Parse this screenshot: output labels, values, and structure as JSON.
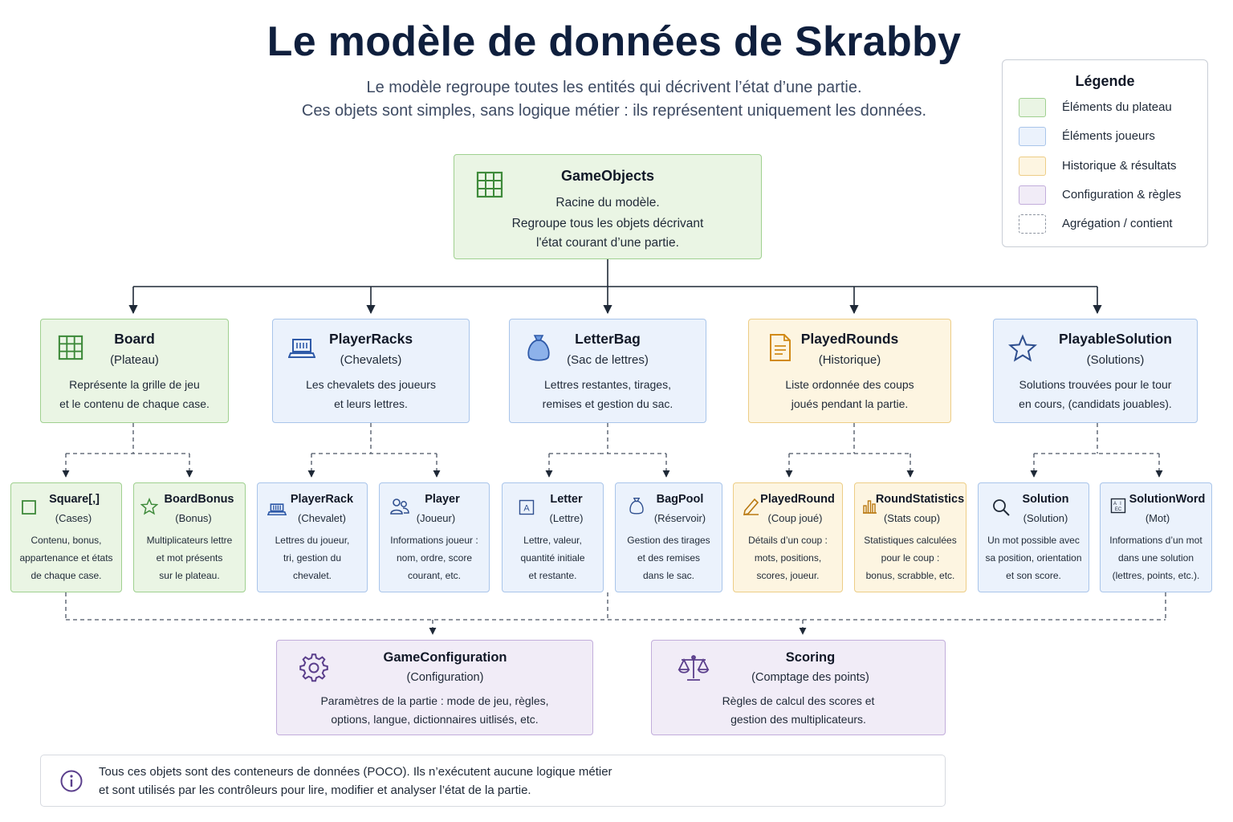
{
  "header": {
    "title": "Le modèle de données de Skrabby",
    "subtitle_line1": "Le modèle regroupe toutes les entités qui décrivent l’état d’une partie.",
    "subtitle_line2": "Ces objets sont simples, sans logique métier : ils représentent uniquement les données."
  },
  "legend": {
    "title": "Légende",
    "items": [
      {
        "label": "Éléments du plateau",
        "color": "#eaf5e4",
        "border": "#9fd08f"
      },
      {
        "label": "Éléments joueurs",
        "color": "#ebf2fc",
        "border": "#a9c5ea"
      },
      {
        "label": "Historique & résultats",
        "color": "#fdf5e1",
        "border": "#edcd86"
      },
      {
        "label": "Configuration & règles",
        "color": "#f1ecf7",
        "border": "#c2addb"
      },
      {
        "label": "Agrégation / contient",
        "color": "#ffffff",
        "border": "#8d94a0",
        "dashed": true
      }
    ]
  },
  "root": {
    "name": "GameObjects",
    "icon": "grid-icon",
    "line1": "Racine du modèle.",
    "line2": "Regroupe tous les objets décrivant",
    "line3": "l'état courant d’une partie."
  },
  "level1": [
    {
      "name": "Board",
      "subtitle": "(Plateau)",
      "line1": "Représente la grille de jeu",
      "line2": "et le contenu de chaque case.",
      "icon": "grid-icon",
      "category": "green"
    },
    {
      "name": "PlayerRacks",
      "subtitle": "(Chevalets)",
      "line1": "Les chevalets des joueurs",
      "line2": "et leurs lettres.",
      "icon": "rack-icon",
      "category": "blue"
    },
    {
      "name": "LetterBag",
      "subtitle": "(Sac de lettres)",
      "line1": "Lettres restantes, tirages,",
      "line2": "remises et gestion du sac.",
      "icon": "bag-icon",
      "category": "blue"
    },
    {
      "name": "PlayedRounds",
      "subtitle": "(Historique)",
      "line1": "Liste ordonnée des coups",
      "line2": "joués pendant la partie.",
      "icon": "document-icon",
      "category": "yellow"
    },
    {
      "name": "PlayableSolution",
      "subtitle": "(Solutions)",
      "line1": "Solutions trouvées pour le tour",
      "line2": "en cours, (candidats jouables).",
      "icon": "star-icon",
      "category": "blue"
    }
  ],
  "level2": [
    {
      "name": "Square[,]",
      "subtitle": "(Cases)",
      "line1": "Contenu, bonus,",
      "line2": "appartenance et états",
      "line3": "de chaque case.",
      "icon": "square-icon",
      "category": "green"
    },
    {
      "name": "BoardBonus",
      "subtitle": "(Bonus)",
      "line1": "Multiplicateurs lettre",
      "line2": "et mot présents",
      "line3": "sur le plateau.",
      "icon": "star-icon",
      "category": "green"
    },
    {
      "name": "PlayerRack",
      "subtitle": "(Chevalet)",
      "line1": "Lettres du joueur,",
      "line2": "tri, gestion du",
      "line3": "chevalet.",
      "icon": "rack-icon",
      "category": "blue"
    },
    {
      "name": "Player",
      "subtitle": "(Joueur)",
      "line1": "Informations joueur :",
      "line2": "nom, ordre, score",
      "line3": "courant, etc.",
      "icon": "users-icon",
      "category": "blue"
    },
    {
      "name": "Letter",
      "subtitle": "(Lettre)",
      "line1": "Lettre, valeur,",
      "line2": "quantité initiale",
      "line3": "et restante.",
      "icon": "letter-tile-icon",
      "category": "blue"
    },
    {
      "name": "BagPool",
      "subtitle": "(Réservoir)",
      "line1": "Gestion des tirages",
      "line2": "et des remises",
      "line3": "dans le sac.",
      "icon": "bag-icon",
      "category": "blue"
    },
    {
      "name": "PlayedRound",
      "subtitle": "(Coup joué)",
      "line1": "Détails d’un coup :",
      "line2": "mots, positions,",
      "line3": "scores, joueur.",
      "icon": "pencil-icon",
      "category": "yellow"
    },
    {
      "name": "RoundStatistics",
      "subtitle": "(Stats coup)",
      "line1": "Statistiques calculées",
      "line2": "pour le coup :",
      "line3": "bonus, scrabble, etc.",
      "icon": "bar-chart-icon",
      "category": "yellow"
    },
    {
      "name": "Solution",
      "subtitle": "(Solution)",
      "line1": "Un mot possible avec",
      "line2": "sa position, orientation",
      "line3": "et son score.",
      "icon": "search-icon",
      "category": "blue"
    },
    {
      "name": "SolutionWord",
      "subtitle": "(Mot)",
      "line1": "Informations d’un mot",
      "line2": "dans une solution",
      "line3": "(lettres, points, etc.).",
      "icon": "word-icon",
      "category": "blue"
    }
  ],
  "level3": [
    {
      "name": "GameConfiguration",
      "subtitle": "(Configuration)",
      "line1": "Paramètres de la partie : mode de jeu, règles,",
      "line2": "options, langue, dictionnaires uitlisés, etc.",
      "icon": "gear-icon",
      "category": "purple"
    },
    {
      "name": "Scoring",
      "subtitle": "(Comptage des points)",
      "line1": "Règles de calcul des scores et",
      "line2": "gestion des multiplicateurs.",
      "icon": "scale-icon",
      "category": "purple"
    }
  ],
  "note": {
    "icon": "info-icon",
    "line1": "Tous ces objets sont des conteneurs de données (POCO). Ils n’exécutent aucune logique métier",
    "line2": "et sont utilisés par les contrôleurs pour lire, modifier et analyser l’état de la partie."
  }
}
